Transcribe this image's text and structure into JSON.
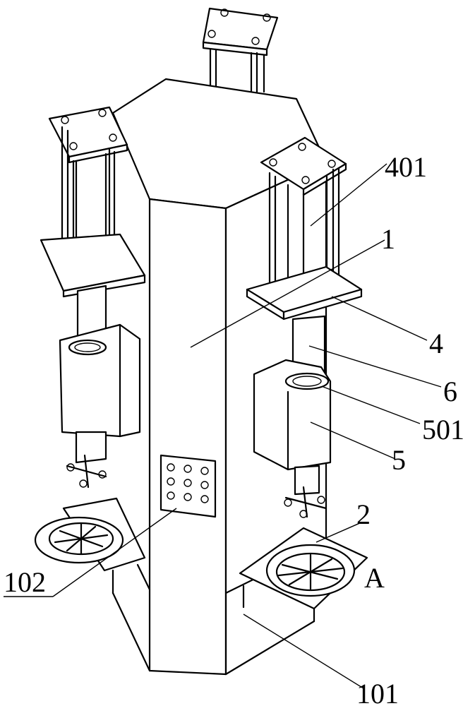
{
  "labels": {
    "l401": "401",
    "l1": "1",
    "l4": "4",
    "l6": "6",
    "l501": "501",
    "l5": "5",
    "l2": "2",
    "lA": "A",
    "l102": "102",
    "l101": "101"
  }
}
